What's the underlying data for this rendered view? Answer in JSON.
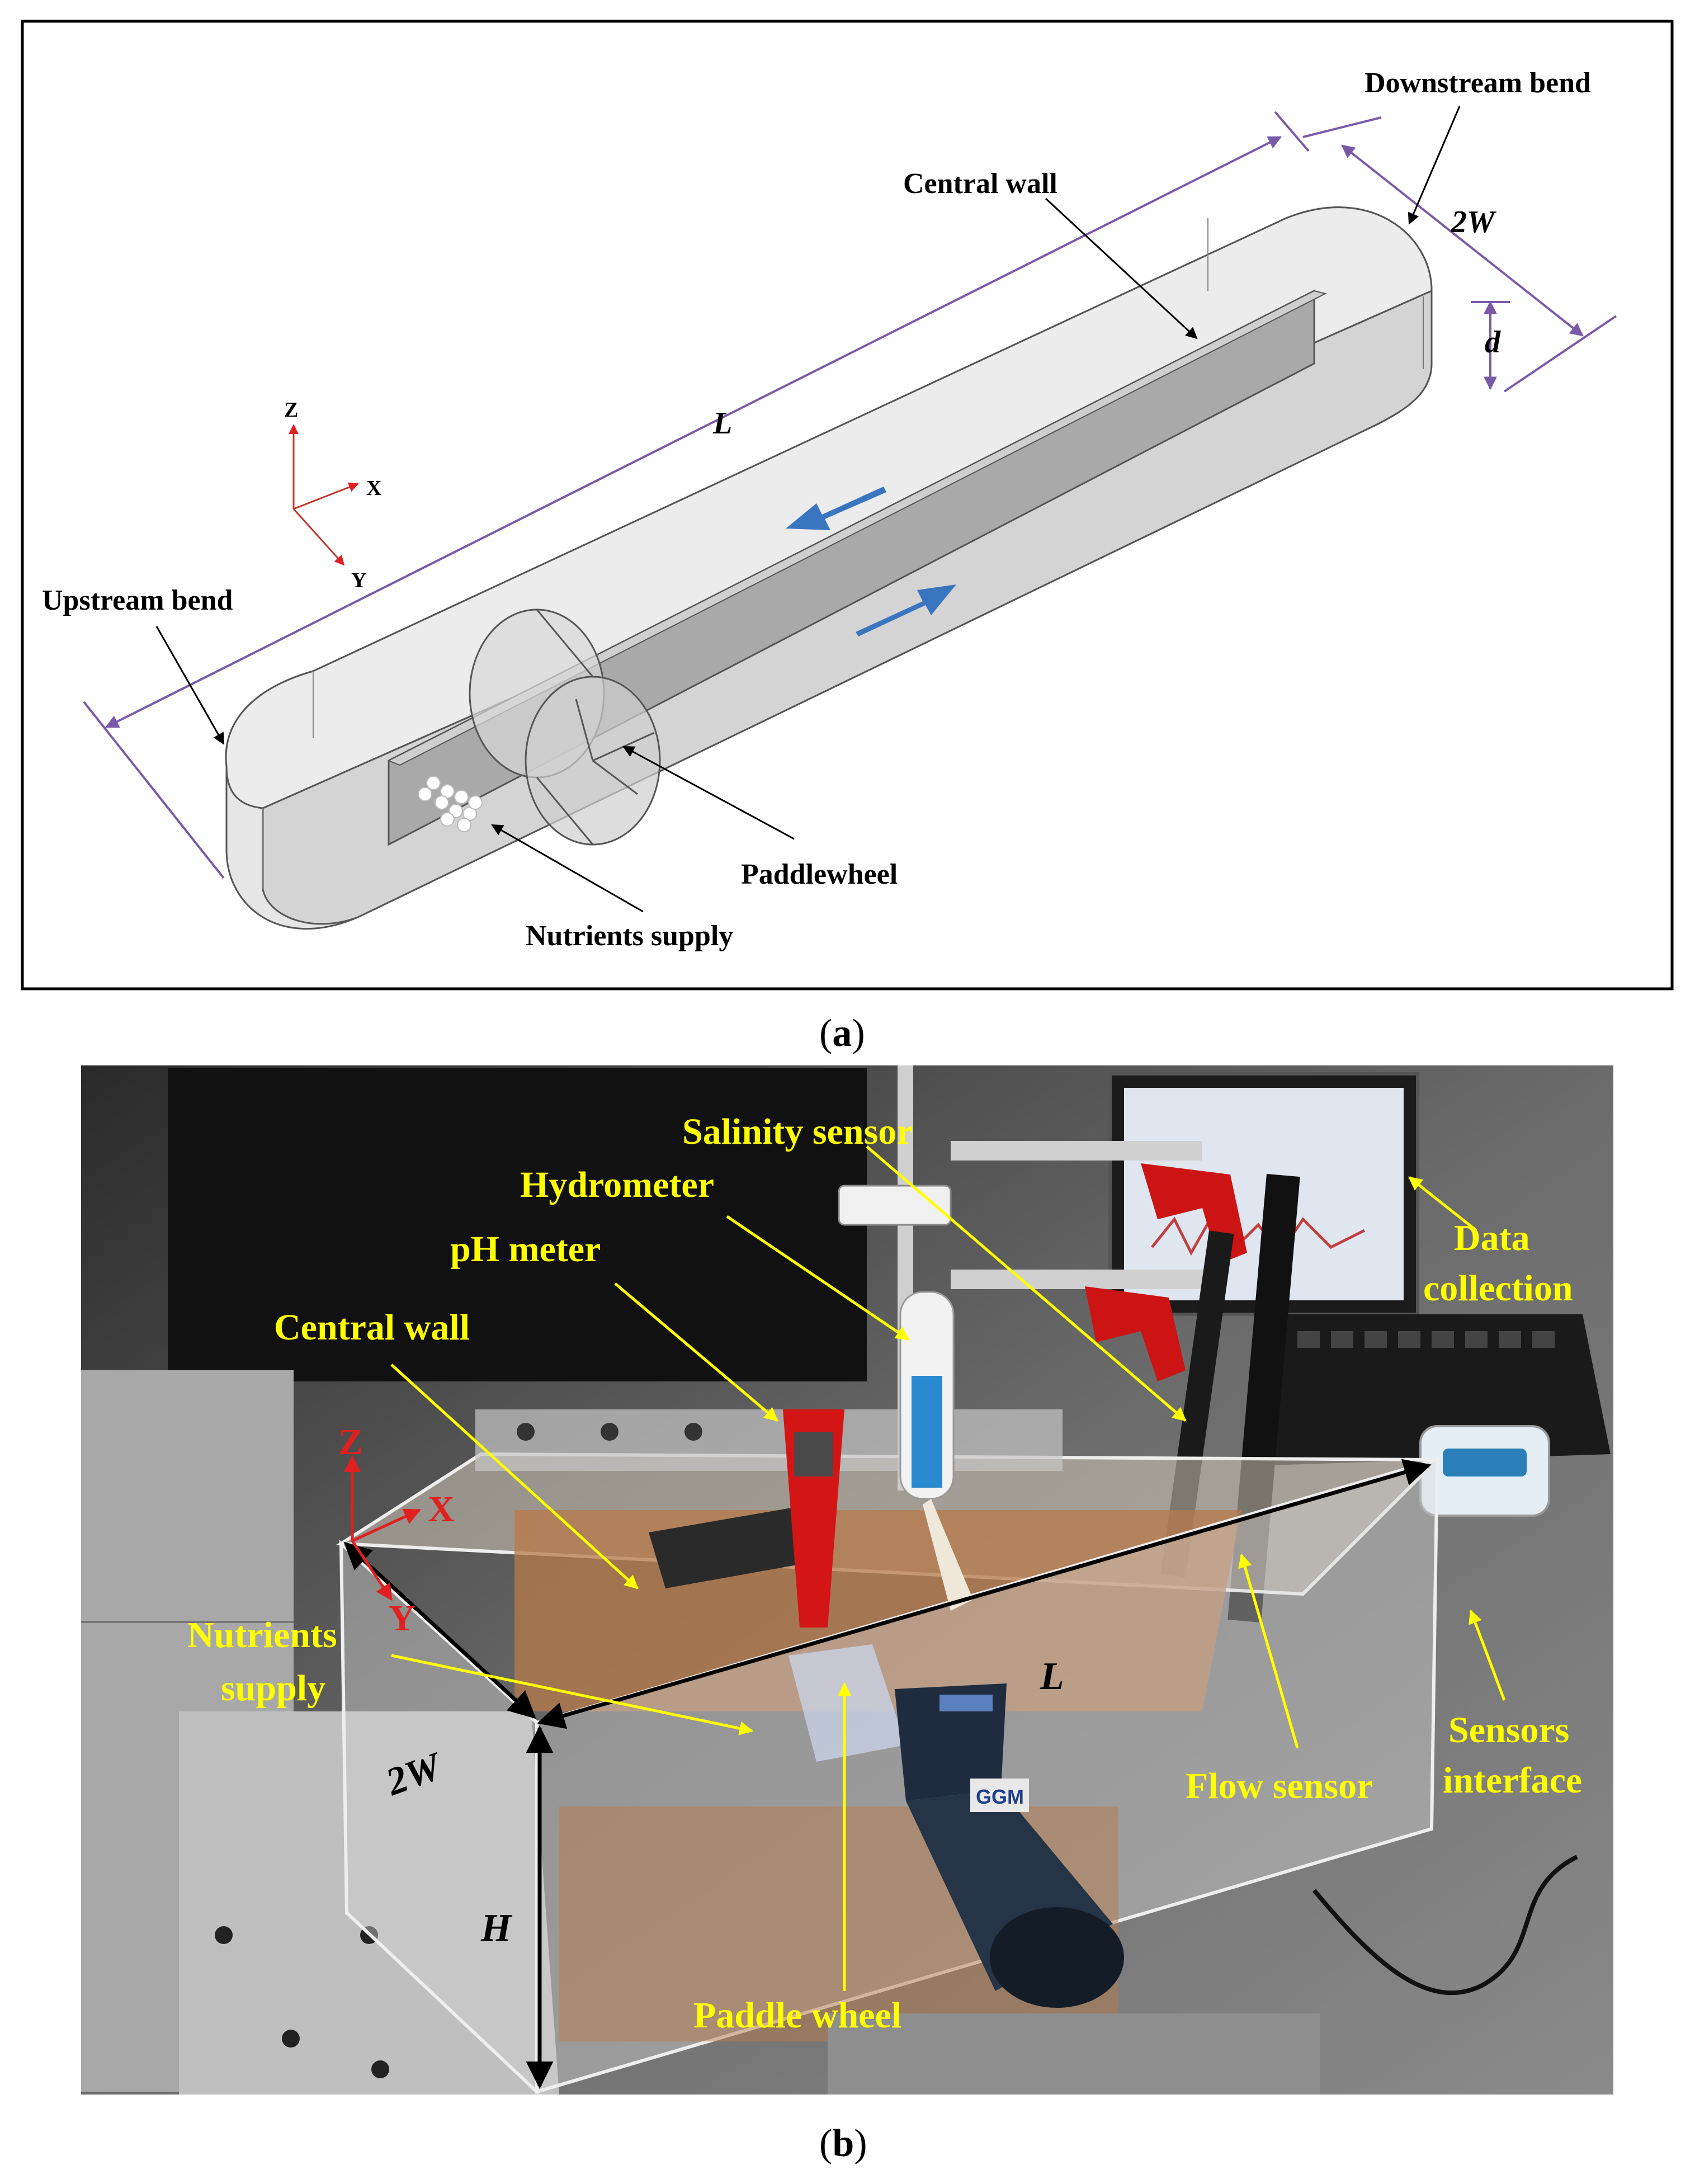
{
  "panel_a": {
    "labels": {
      "downstream_bend": "Downstream bend",
      "central_wall": "Central wall",
      "upstream_bend": "Upstream bend",
      "paddlewheel": "Paddlewheel",
      "nutrients_supply": "Nutrients supply",
      "length": "L",
      "width": "2W",
      "depth": "d"
    },
    "axes": {
      "z": "Z",
      "x": "X",
      "y": "Y"
    },
    "caption_open": "(",
    "caption_letter": "a",
    "caption_close": ")"
  },
  "panel_b": {
    "labels": {
      "salinity_sensor": "Salinity sensor",
      "hydrometer": "Hydrometer",
      "ph_meter": "pH meter",
      "central_wall": "Central wall",
      "nutrients_supply_1": "Nutrients",
      "nutrients_supply_2": "supply",
      "data_collection_1": "Data",
      "data_collection_2": "collection",
      "sensors_interface_1": "Sensors",
      "sensors_interface_2": "interface",
      "flow_sensor": "Flow sensor",
      "paddle_wheel": "Paddle wheel",
      "length": "L",
      "width": "2W",
      "height": "H"
    },
    "axes": {
      "z": "Z",
      "x": "X",
      "y": "Y"
    },
    "motor_brand": "GGM",
    "caption_open": "(",
    "caption_letter": "b",
    "caption_close": ")"
  },
  "colors": {
    "annotation_yellow": "#ffff00",
    "axis_red": "#e02020",
    "flow_arrow_blue": "#3a76c0",
    "dimension_purple": "#7a5aa8"
  }
}
